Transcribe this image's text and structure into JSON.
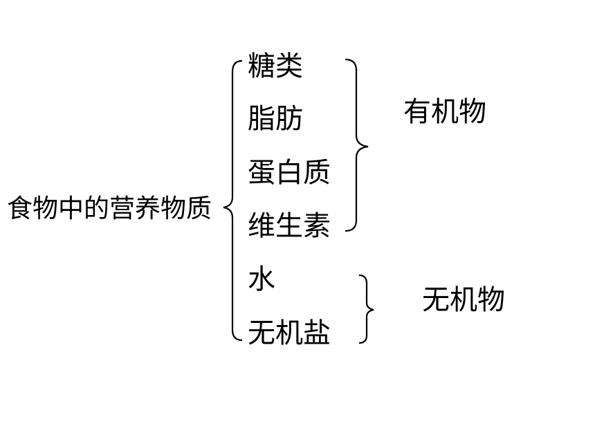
{
  "root": "食物中的营养物质",
  "items": [
    "糖类",
    "脂肪",
    "蛋白质",
    "维生素",
    "水",
    "无机盐"
  ],
  "groups": {
    "organic": "有机物",
    "inorganic": "无机物"
  }
}
